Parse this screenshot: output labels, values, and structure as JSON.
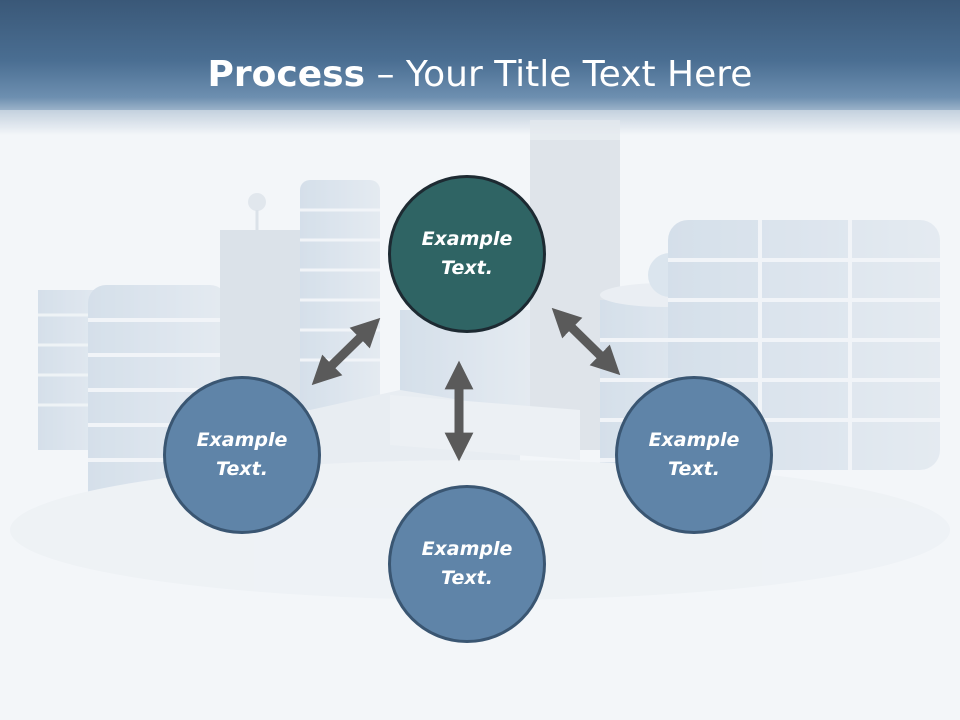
{
  "title": {
    "bold": "Process",
    "rest": " – Your Title Text Here"
  },
  "nodes": {
    "top": "Example Text.",
    "left": "Example Text.",
    "right": "Example Text.",
    "bottom": "Example Text."
  },
  "colors": {
    "header": "#3a5878",
    "center_node": "#2f6464",
    "outer_node": "#5f84a8",
    "arrow": "#5a5a5a"
  }
}
